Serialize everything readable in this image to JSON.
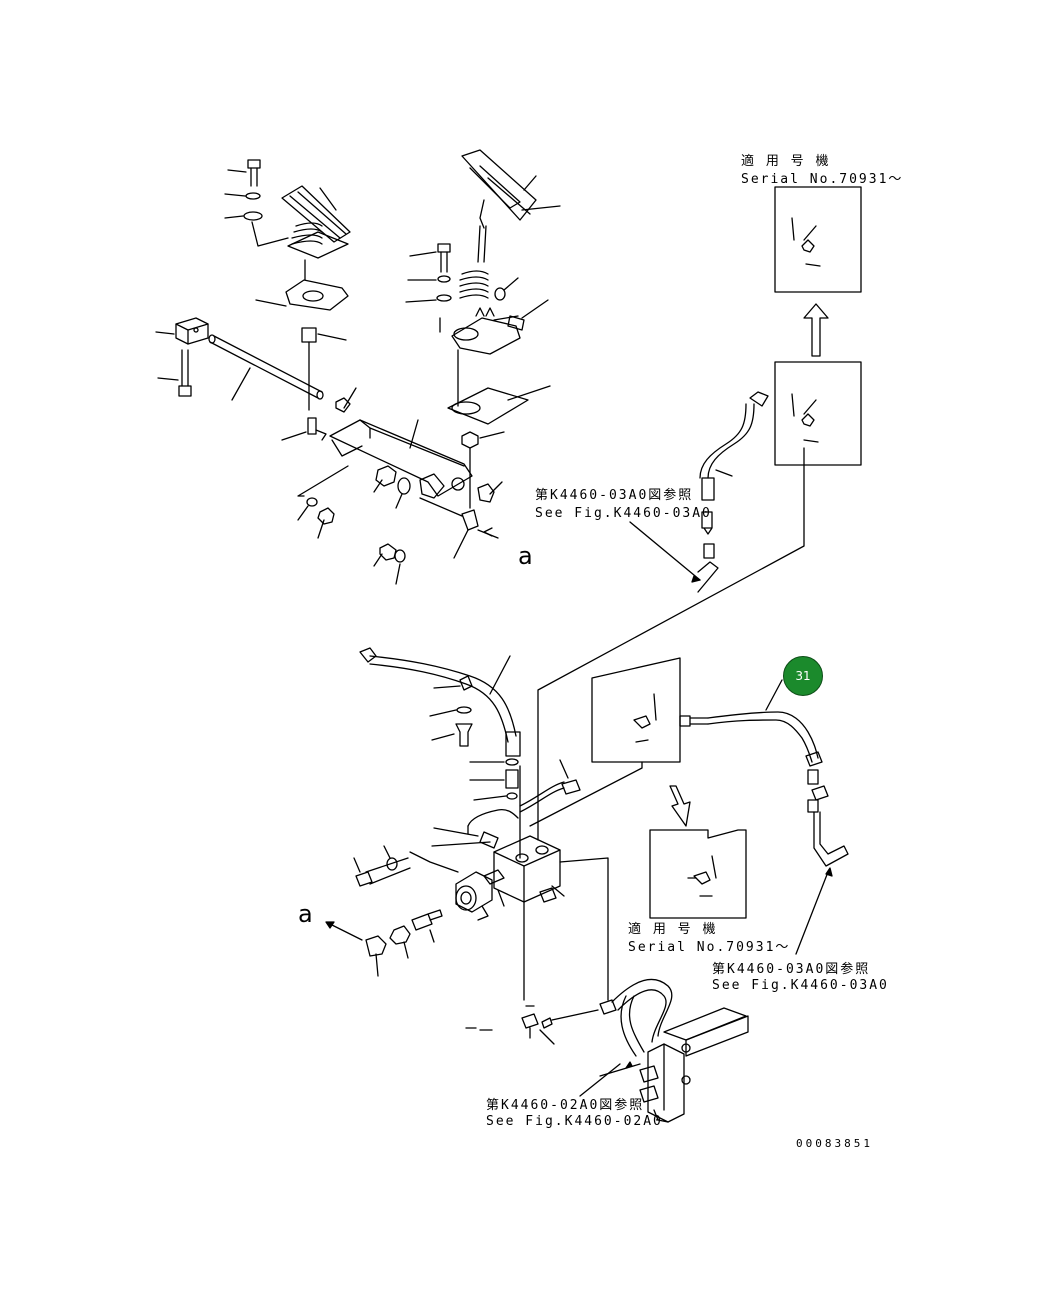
{
  "labels": {
    "serial_top_jp": "適 用 号 機",
    "serial_top_en": "Serial No.70931～",
    "ref_03a0_top_jp": "第K4460-03A0図参照",
    "ref_03a0_top_en": "See Fig.K4460-03A0",
    "ref_03a0_right_jp": "第K4460-03A0図参照",
    "ref_03a0_right_en": "See Fig.K4460-03A0",
    "serial_bottom_jp": "適 用 号 機",
    "serial_bottom_en": "Serial No.70931～",
    "ref_02a0_jp": "第K4460-02A0図参照",
    "ref_02a0_en": "See Fig.K4460-02A0",
    "drawing_number": "00083851",
    "callout_a_upper": "a",
    "callout_a_lower": "a"
  },
  "badge": {
    "number": "31",
    "color": "#1b8a2c"
  }
}
